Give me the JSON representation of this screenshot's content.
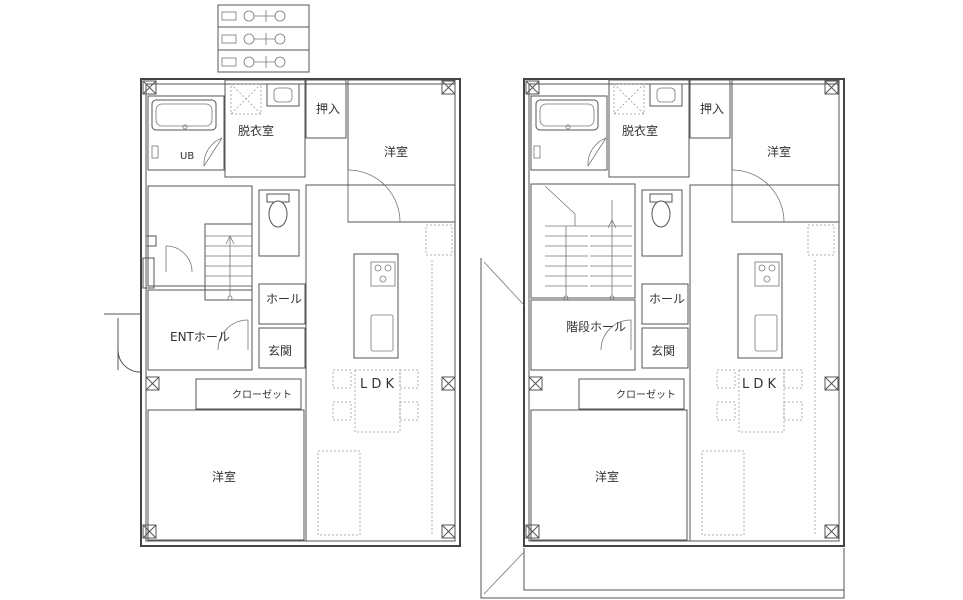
{
  "plan_left": {
    "labels": {
      "ub": "UB",
      "dressing": "脱衣室",
      "closet": "押入",
      "western_top": "洋室",
      "hall": "ホール",
      "entrance_hall": "ENTホール",
      "genkan": "玄関",
      "closet_walkin": "クローゼット",
      "ldk": "L D K",
      "western_bottom": "洋室"
    }
  },
  "plan_right": {
    "labels": {
      "dressing": "脱衣室",
      "closet": "押入",
      "western_top": "洋室",
      "hall": "ホール",
      "stair_hall": "階段ホール",
      "genkan": "玄関",
      "closet_walkin": "クローゼット",
      "ldk": "L D K",
      "western_bottom": "洋室"
    }
  }
}
